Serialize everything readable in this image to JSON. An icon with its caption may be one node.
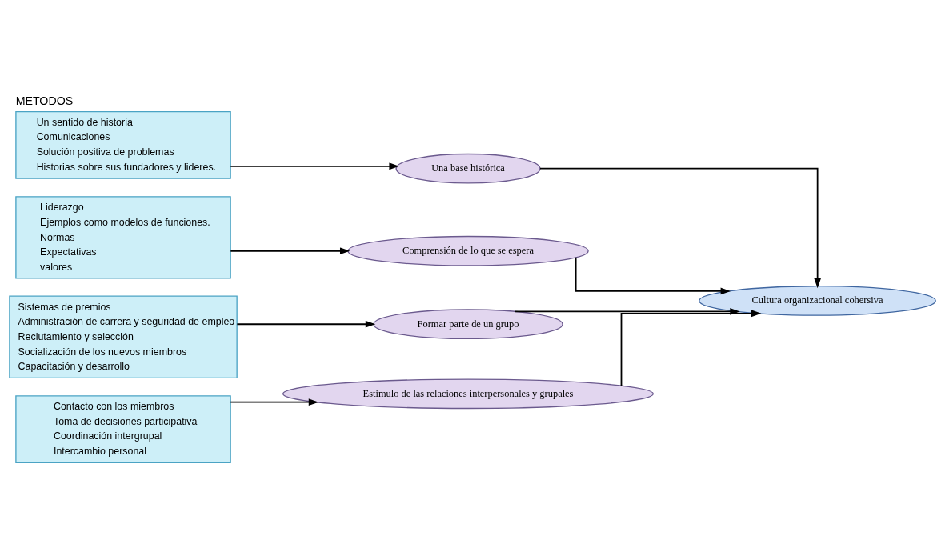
{
  "diagram": {
    "title": "METODOS",
    "nodes": [
      {
        "text": [
          "Un sentido de historia",
          "Comunicaciones",
          "Solución positiva de problemas",
          "Historias sobre sus fundadores y lideres."
        ]
      },
      {
        "text": [
          "Liderazgo",
          "Ejemplos como modelos de funciones.",
          "Normas",
          "Expectativas",
          "valores"
        ]
      },
      {
        "text": [
          "Sistemas de premios",
          "Administración de carrera y seguridad de empleo",
          "Reclutamiento y selección",
          "Socialización de los nuevos miembros",
          "Capacitación y desarrollo"
        ]
      },
      {
        "text": [
          "Contacto con los miembros",
          "Toma de decisiones participativa",
          "Coordinación intergrupal",
          "Intercambio personal"
        ]
      },
      {
        "text": [
          "Una base histórica"
        ]
      },
      {
        "text": [
          "Comprensión de lo que se espera"
        ]
      },
      {
        "text": [
          "Formar parte de un grupo"
        ]
      },
      {
        "text": [
          "Estimulo de las relaciones interpersonales y grupales"
        ]
      },
      {
        "text": [
          "Cultura organizacional cohersiva"
        ]
      }
    ],
    "edges": [
      {
        "from": 0,
        "to": 4,
        "arrow": "to"
      },
      {
        "from": 1,
        "to": 5,
        "arrow": "to"
      },
      {
        "from": 2,
        "to": 6,
        "arrow": "to"
      },
      {
        "from": 3,
        "to": 7,
        "arrow": "to"
      },
      {
        "from": 4,
        "to": 8,
        "arrow": "to"
      },
      {
        "from": 5,
        "to": 8,
        "arrow": "to"
      },
      {
        "from": 6,
        "to": 8,
        "arrow": "to"
      },
      {
        "from": 7,
        "to": 8,
        "arrow": "to"
      }
    ]
  }
}
